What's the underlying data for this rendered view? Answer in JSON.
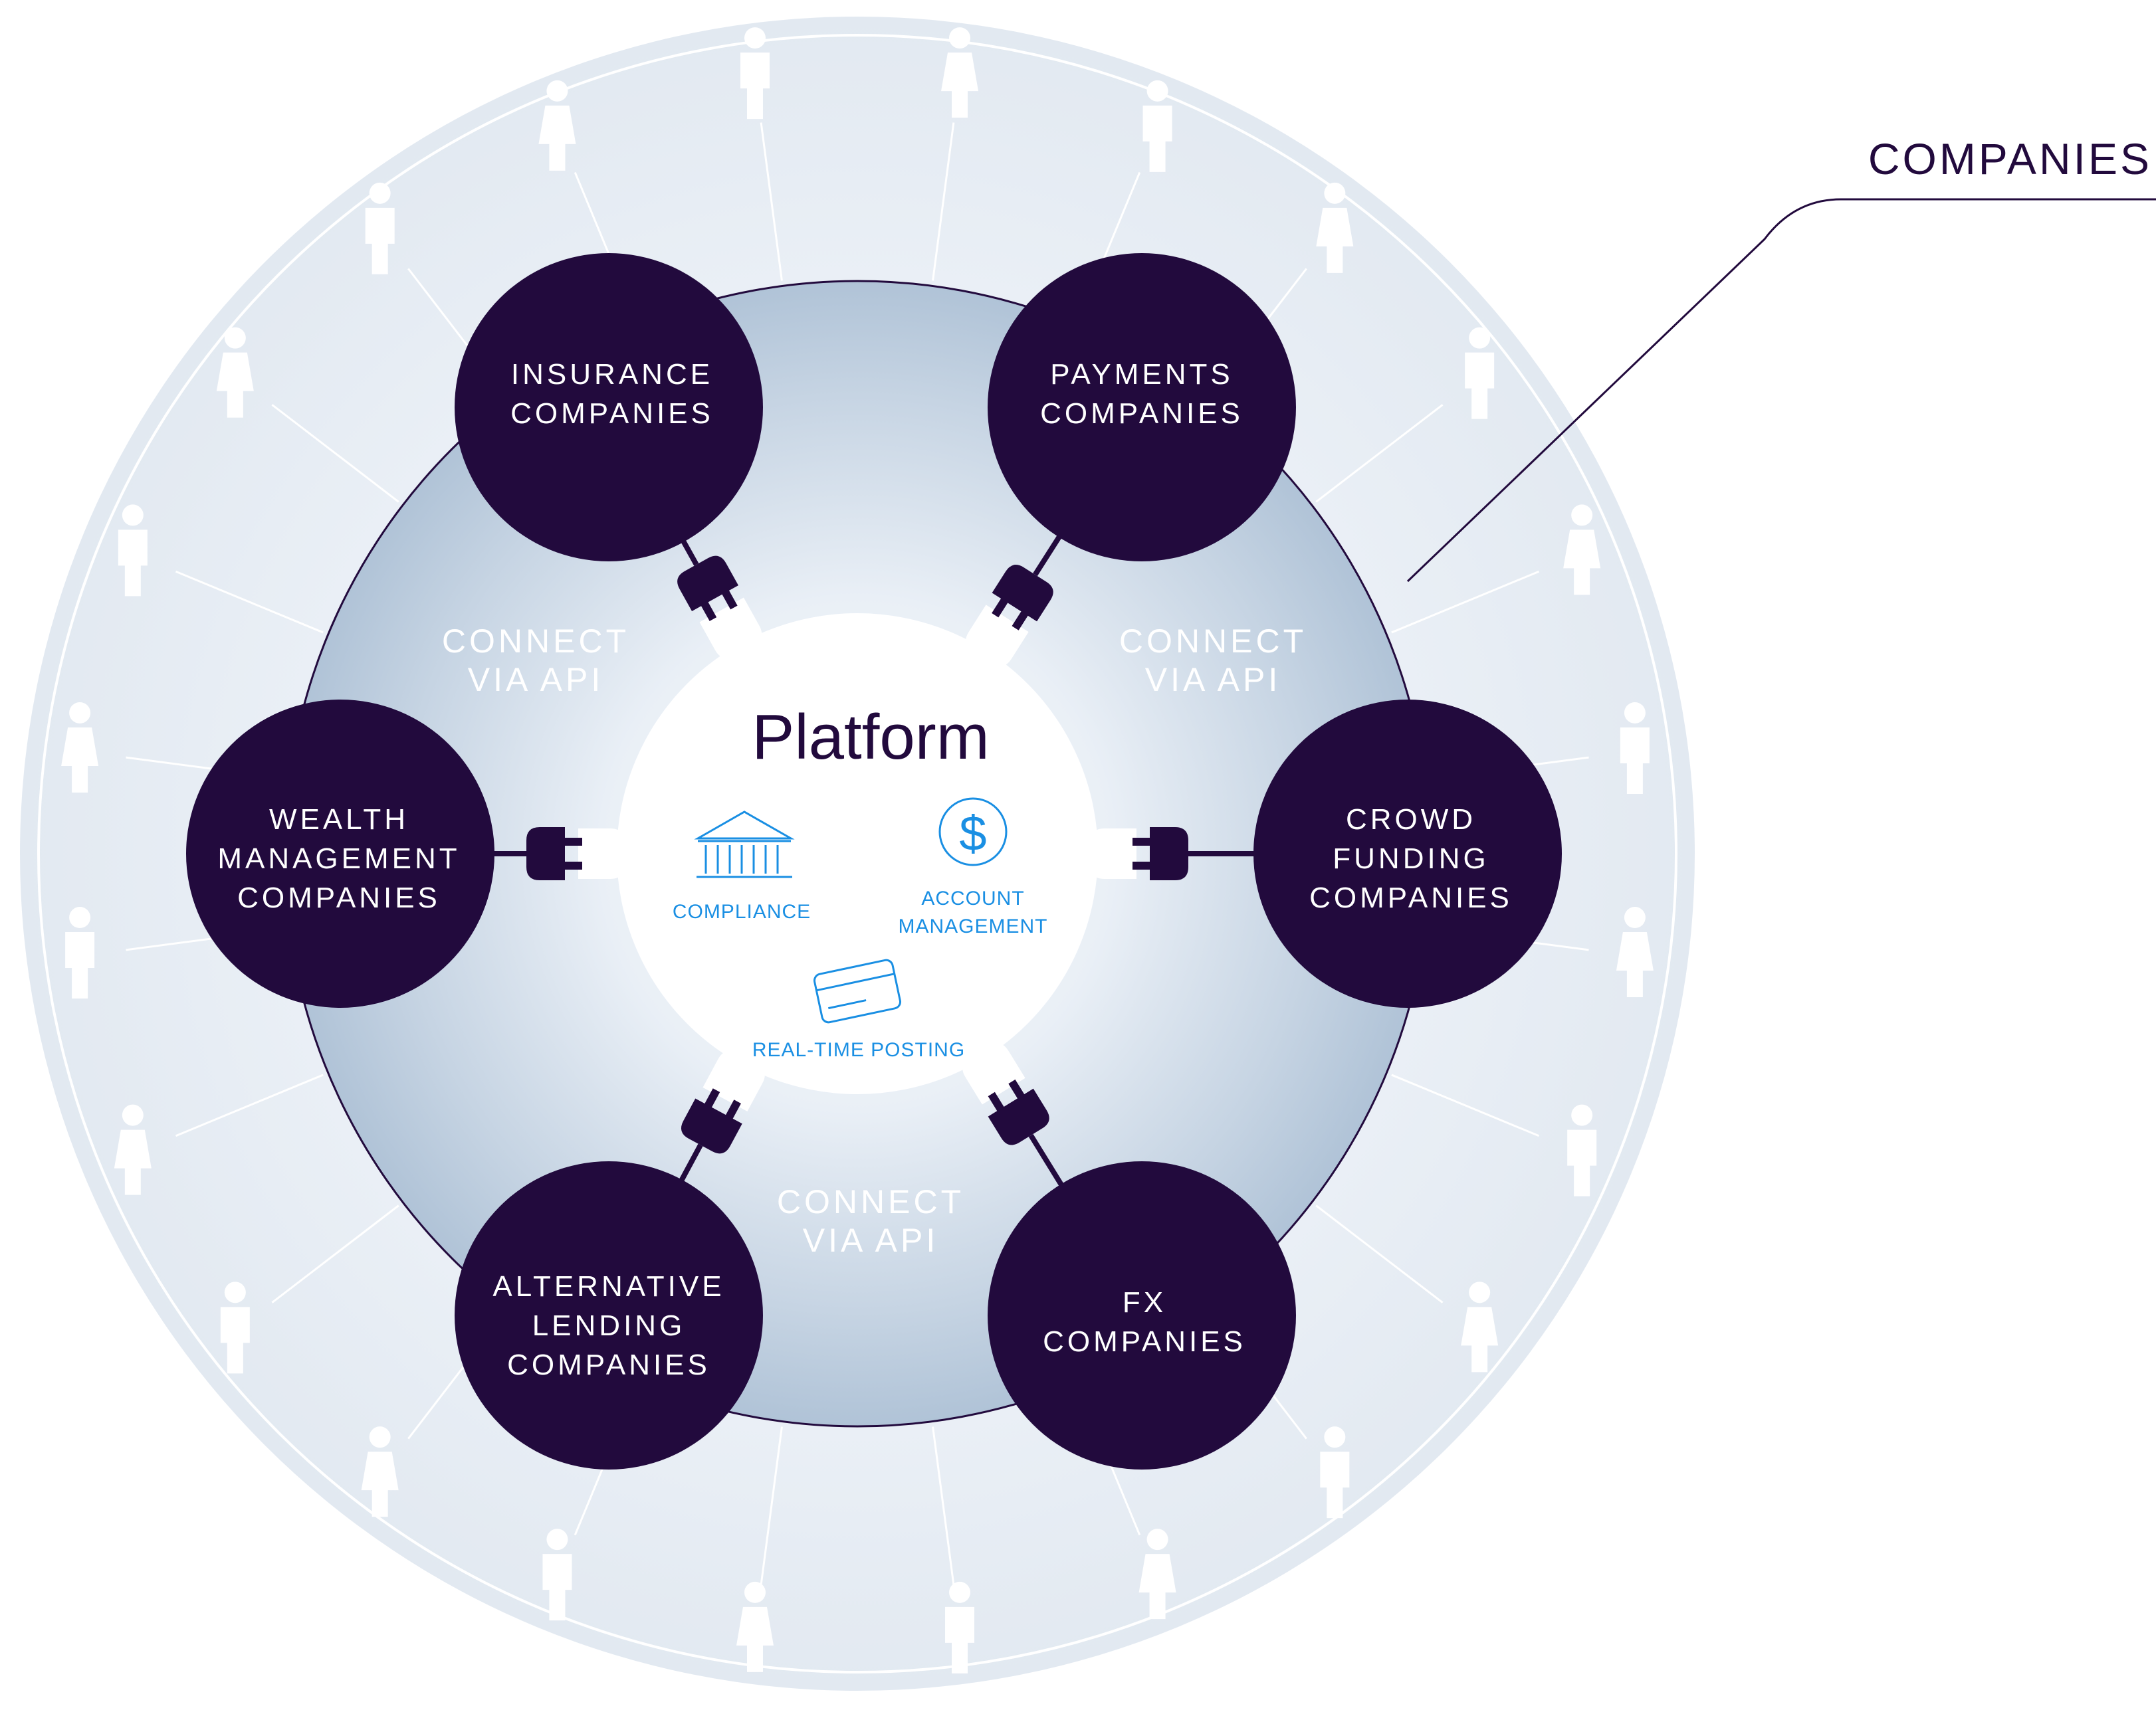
{
  "callout": {
    "label": "COMPANIES"
  },
  "platform": {
    "title": "Platform",
    "features": {
      "compliance": "COMPLIANCE",
      "account_line1": "ACCOUNT",
      "account_line2": "MANAGEMENT",
      "posting": "REAL-TIME POSTING"
    }
  },
  "connect": {
    "line1": "CONNECT",
    "line2": "VIA API"
  },
  "companies": [
    {
      "lines": [
        "INSURANCE",
        "COMPANIES"
      ]
    },
    {
      "lines": [
        "PAYMENTS",
        "COMPANIES"
      ]
    },
    {
      "lines": [
        "CROWD",
        "FUNDING",
        "COMPANIES"
      ]
    },
    {
      "lines": [
        "FX",
        "COMPANIES"
      ]
    },
    {
      "lines": [
        "ALTERNATIVE",
        "LENDING",
        "COMPANIES"
      ]
    },
    {
      "lines": [
        "WEALTH",
        "MANAGEMENT",
        "COMPANIES"
      ]
    }
  ],
  "colors": {
    "company_node": "#220a3d",
    "feature_blue": "#1a8fe3",
    "outer_ring": "#e6ecf3",
    "inner_ring": "#b4c6d9",
    "platform_bg": "#ffffff"
  },
  "icons": {
    "person": "person-icon",
    "plug": "plug-icon",
    "compliance": "bank-building-icon",
    "account": "dollar-circle-icon",
    "posting": "credit-card-icon"
  }
}
